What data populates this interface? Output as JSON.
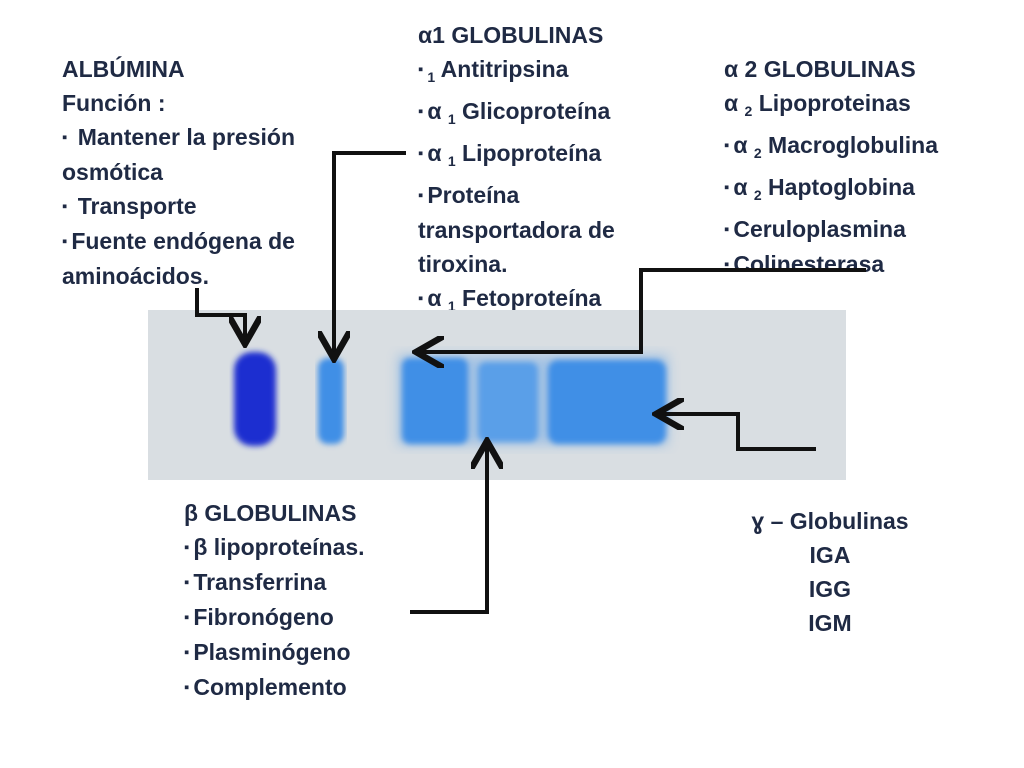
{
  "bullet": "▪",
  "albumin": {
    "title": "ALBÚMINA",
    "funcion": "Función :",
    "items": [
      {
        "bullet": true,
        "text": " Mantener la presión"
      },
      {
        "bullet": false,
        "text": "osmótica"
      },
      {
        "bullet": true,
        "text": " Transporte"
      },
      {
        "bullet": true,
        "text": "Fuente endógena de"
      },
      {
        "bullet": false,
        "text": "aminoácidos."
      }
    ]
  },
  "alpha1": {
    "title": "α1 GLOBULINAS",
    "item1": {
      "sub": "1",
      "text": " Antitripsina"
    },
    "item2": {
      "pre": "α ",
      "sub": "1",
      "text": " Glicoproteína"
    },
    "item3": {
      "pre": "α ",
      "sub": "1",
      "text": " Lipoproteína"
    },
    "item4_line1": "Proteína",
    "item4_line2": "transportadora de",
    "item4_line3": "tiroxina.",
    "item5": {
      "pre": "α ",
      "sub": "1",
      "text": " Fetoproteína"
    }
  },
  "alpha2": {
    "title": "α  2 GLOBULINAS",
    "line2": {
      "pre": "α ",
      "sub": "2",
      "text": " Lipoproteinas"
    },
    "item1": {
      "pre": "α ",
      "sub": "2",
      "text": " Macroglobulina"
    },
    "item2": {
      "pre": "α ",
      "sub": "2",
      "text": " Haptoglobina"
    },
    "item3": "Ceruloplasmina",
    "item4": "Colinesterasa"
  },
  "beta": {
    "title": "β   GLOBULINAS",
    "items": [
      "β lipoproteínas.",
      "Transferrina",
      "Fibronógeno",
      "Plasminógeno",
      "Complemento"
    ]
  },
  "gamma": {
    "title": "ɣ – Globulinas",
    "items": [
      "IGA",
      "IGG",
      "IGM"
    ]
  },
  "colors": {
    "text": "#1f2a44",
    "gel_background": "#d9dee2",
    "band_albumin": "#1b2fd0",
    "band_globulin": "#3f8fe6",
    "arrow": "#111111"
  }
}
